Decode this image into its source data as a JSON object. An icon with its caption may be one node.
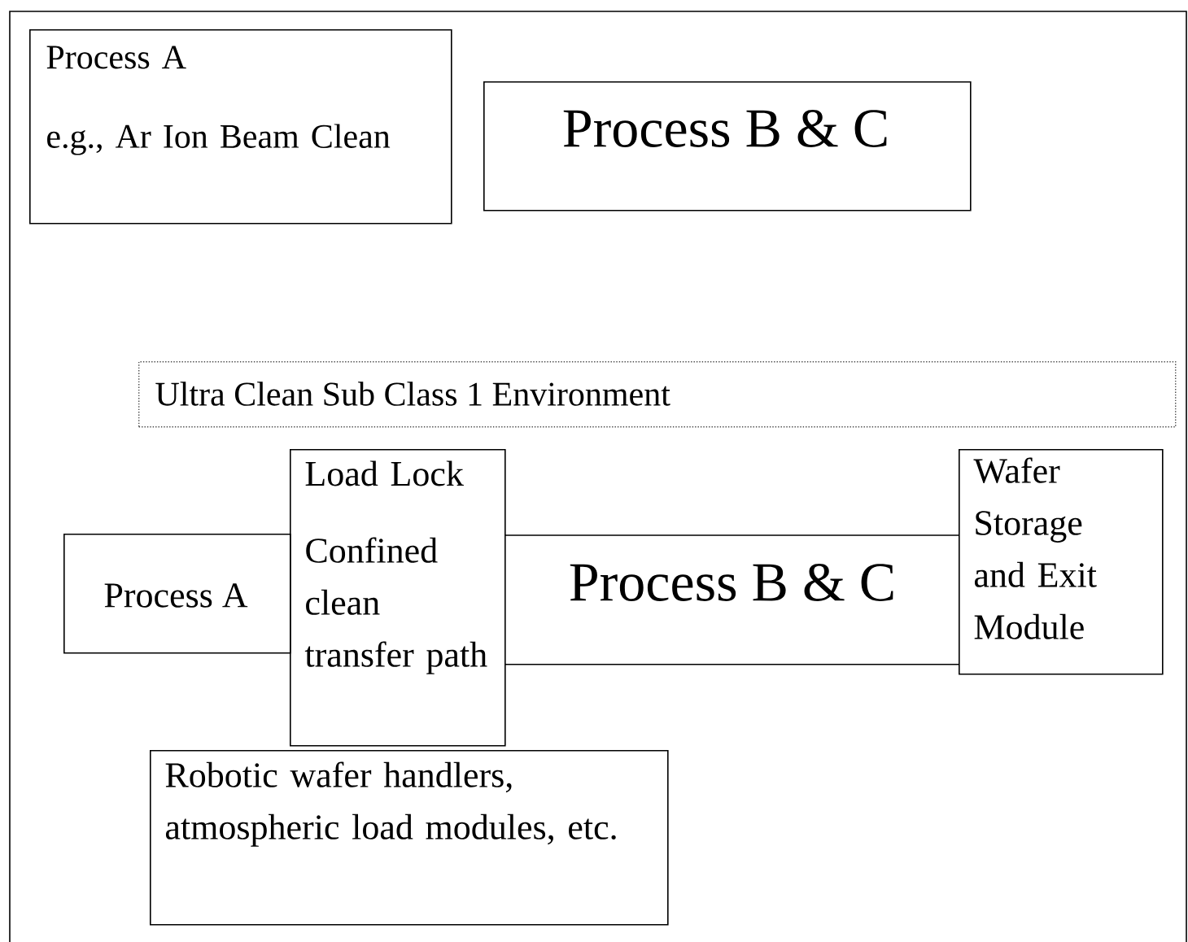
{
  "diagram": {
    "nodes": [
      {
        "text": [
          "Process A",
          "e.g., Ar Ion Beam Clean"
        ]
      },
      {
        "text": [
          "Process B & C"
        ]
      },
      {
        "text": [
          "Ultra Clean Sub Class 1 Environment"
        ]
      },
      {
        "text": [
          "Process A"
        ]
      },
      {
        "text": [
          "Load Lock",
          "Confined clean transfer path"
        ]
      },
      {
        "text": [
          "Process B & C"
        ]
      },
      {
        "text": [
          "Wafer Storage and Exit Module"
        ]
      },
      {
        "text": [
          "Robotic wafer handlers, atmospheric load modules, etc."
        ]
      }
    ]
  }
}
